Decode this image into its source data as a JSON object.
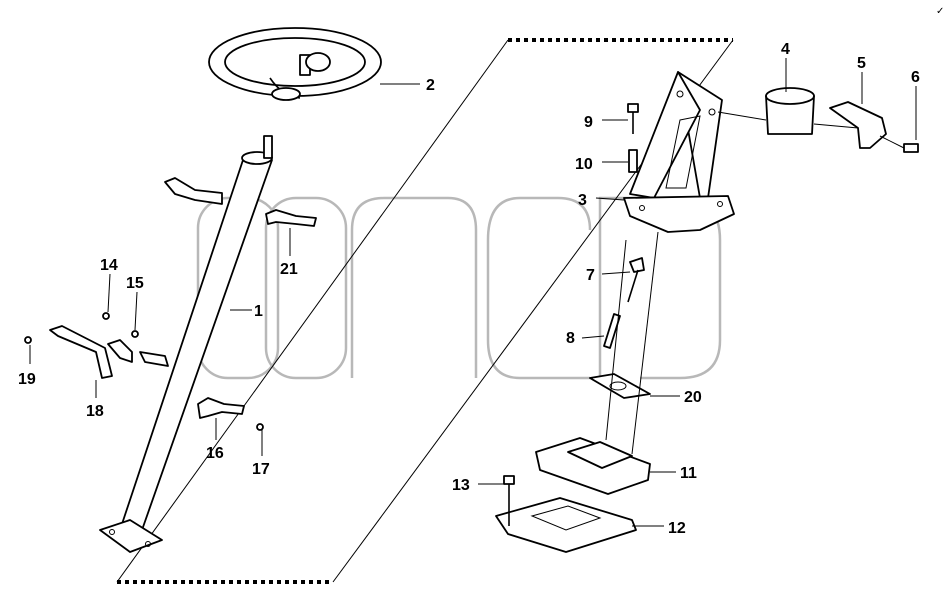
{
  "corner_mark": "✓",
  "callouts": [
    "1",
    "2",
    "3",
    "4",
    "5",
    "6",
    "7",
    "8",
    "9",
    "10",
    "11",
    "12",
    "13",
    "14",
    "15",
    "16",
    "17",
    "18",
    "19",
    "20",
    "21"
  ],
  "colors": {
    "line": "#000000",
    "watermark": "#b8b8b8",
    "background": "#ffffff"
  }
}
